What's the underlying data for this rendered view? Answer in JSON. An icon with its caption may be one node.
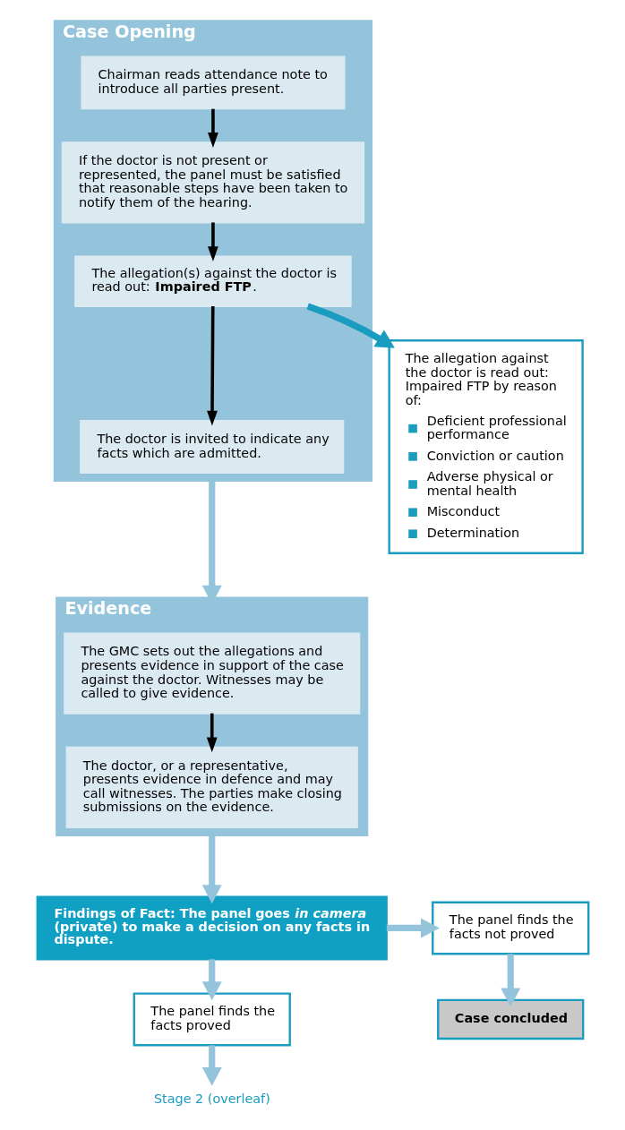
{
  "diagram": {
    "nodes": [
      {
        "text": [
          "Case Opening"
        ]
      },
      {
        "text": [
          "Chairman reads attendance note to introduce all parties present."
        ],
        "in": 0
      },
      {
        "text": [
          "If the doctor is not present or represented, the panel must be satisfied that reasonable steps have been taken to notify them of the hearing."
        ],
        "in": 0
      },
      {
        "text": [
          "The allegation(s) against the doctor is read out: **Impaired FTP**."
        ],
        "in": 0
      },
      {
        "text": [
          "The doctor is invited to indicate any facts which are admitted."
        ],
        "in": 0
      },
      {
        "text": [
          "The allegation against the doctor is read out: Impaired FTP by reason of:",
          "Deficient professional performance",
          "Conviction or caution",
          "Adverse physical or mental health",
          "Misconduct",
          "Determination"
        ]
      },
      {
        "text": [
          "Evidence"
        ]
      },
      {
        "text": [
          "The GMC sets out the allegations and presents evidence in support of the case against the doctor. Witnesses may be called to give evidence."
        ],
        "in": 6
      },
      {
        "text": [
          "The doctor, or a representative, presents evidence in defence and may call witnesses. The parties make closing submissions on the evidence."
        ],
        "in": 6
      },
      {
        "text": [
          "Findings of Fact: The panel goes *in camera* (private) to make a decision on any facts in dispute."
        ]
      },
      {
        "text": [
          "The panel finds the facts not proved"
        ]
      },
      {
        "text": [
          "Case concluded"
        ]
      },
      {
        "text": [
          "The panel finds the facts proved"
        ]
      },
      {
        "text": [
          "Stage 2 (overleaf)"
        ]
      }
    ],
    "edges": [
      {
        "from": 1,
        "to": 2,
        "arrow": "to",
        "color": "#000000"
      },
      {
        "from": 2,
        "to": 3,
        "arrow": "to",
        "color": "#000000"
      },
      {
        "from": 3,
        "to": 4,
        "arrow": "to",
        "color": "#000000"
      },
      {
        "from": 3,
        "to": 5,
        "arrow": "to",
        "color": "#1a9bc0"
      },
      {
        "from": 0,
        "to": 6,
        "arrow": "to"
      },
      {
        "from": 7,
        "to": 8,
        "arrow": "to",
        "color": "#000000"
      },
      {
        "from": 6,
        "to": 9,
        "arrow": "to"
      },
      {
        "from": 9,
        "to": 10,
        "arrow": "to"
      },
      {
        "from": 10,
        "to": 11,
        "arrow": "to"
      },
      {
        "from": 9,
        "to": 12,
        "arrow": "to"
      },
      {
        "from": 12,
        "to": 13,
        "arrow": "to"
      }
    ]
  }
}
